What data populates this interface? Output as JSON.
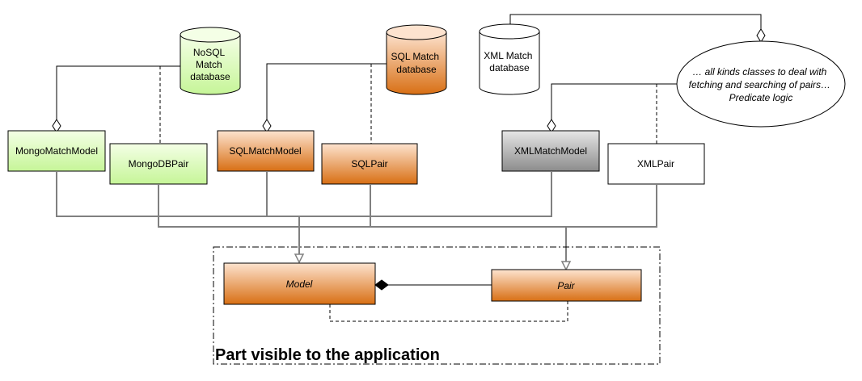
{
  "databases": {
    "nosql": {
      "lines": [
        "NoSQL",
        "Match",
        "database"
      ]
    },
    "sql": {
      "lines": [
        "SQL Match",
        "database"
      ]
    },
    "xml": {
      "lines": [
        "XML Match",
        "database"
      ]
    }
  },
  "logic_note": {
    "lines": [
      "… all kinds classes to deal with",
      "fetching and searching of pairs…",
      "Predicate logic"
    ]
  },
  "classes": {
    "mongo_match_model": "MongoMatchModel",
    "mongo_db_pair": "MongoDBPair",
    "sql_match_model": "SQLMatchModel",
    "sql_pair": "SQLPair",
    "xml_match_model": "XMLMatchModel",
    "xml_pair": "XMLPair",
    "model": "Model",
    "pair": "Pair"
  },
  "group": {
    "title": "Part visible to the application"
  },
  "colors": {
    "green_top": "#f4ffe6",
    "green_bottom": "#c6f598",
    "orange_top": "#fde3cf",
    "orange_bottom": "#d86f14",
    "gray_top": "#e6e6e6",
    "gray_bottom": "#8c8c8c",
    "line": "#000000",
    "connector": "#808080"
  }
}
